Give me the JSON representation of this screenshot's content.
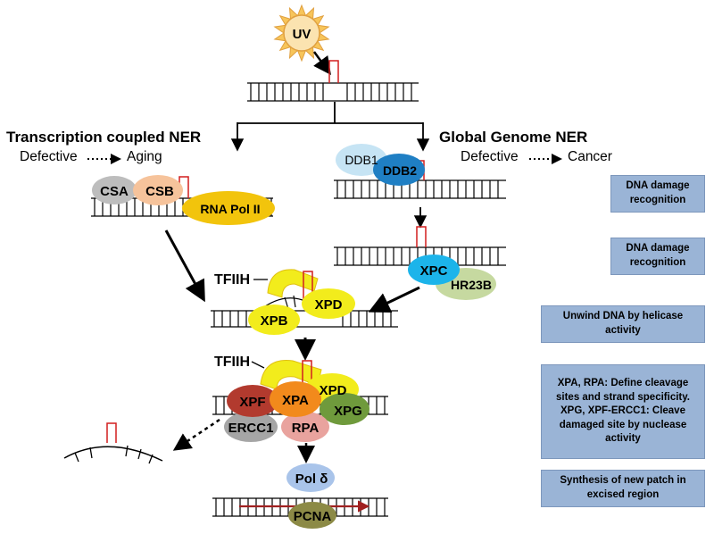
{
  "titles": {
    "tc_ner": "Transcription coupled NER",
    "tc_defective": "Defective",
    "tc_outcome": "Aging",
    "gg_ner": "Global Genome NER",
    "gg_defective": "Defective",
    "gg_outcome": "Cancer"
  },
  "proteins": {
    "uv": "UV",
    "csa": "CSA",
    "csb": "CSB",
    "rna_pol": "RNA Pol II",
    "ddb1": "DDB1",
    "ddb2": "DDB2",
    "xpc": "XPC",
    "hr23b": "HR23B",
    "tfiih_1": "TFIIH",
    "xpb": "XPB",
    "xpd_1": "XPD",
    "tfiih_2": "TFIIH",
    "xpf": "XPF",
    "xpa": "XPA",
    "xpd_2": "XPD",
    "xpg": "XPG",
    "ercc1": "ERCC1",
    "rpa": "RPA",
    "pol_delta": "Pol δ",
    "pcna": "PCNA"
  },
  "side_boxes": [
    "DNA damage recognition",
    "DNA damage recognition",
    "Unwind DNA by helicase activity",
    "XPA, RPA: Define cleavage sites and strand specificity. XPG, XPF-ERCC1: Cleave damaged site by nuclease activity",
    "Synthesis of new patch in excised region"
  ],
  "colors": {
    "uv_sun": "#f7c55a",
    "csa": "#bdbdbd",
    "csb": "#f6c39b",
    "rna_pol": "#f2c40c",
    "ddb1": "#c6e4f4",
    "ddb2": "#1f7fc4",
    "xpc": "#1cb4ea",
    "hr23b": "#c6d9a0",
    "tfiih": "#f2ec1c",
    "xpf": "#b23a2e",
    "xpa": "#f28a1c",
    "xpg": "#6f9a3c",
    "ercc1": "#a6a6a6",
    "rpa": "#e9a39e",
    "pol_delta": "#a9c4ea",
    "pcna": "#8c8a46",
    "side_box": "#9ab4d6",
    "lesion": "#d21f1f",
    "new_strand": "#a02020"
  }
}
